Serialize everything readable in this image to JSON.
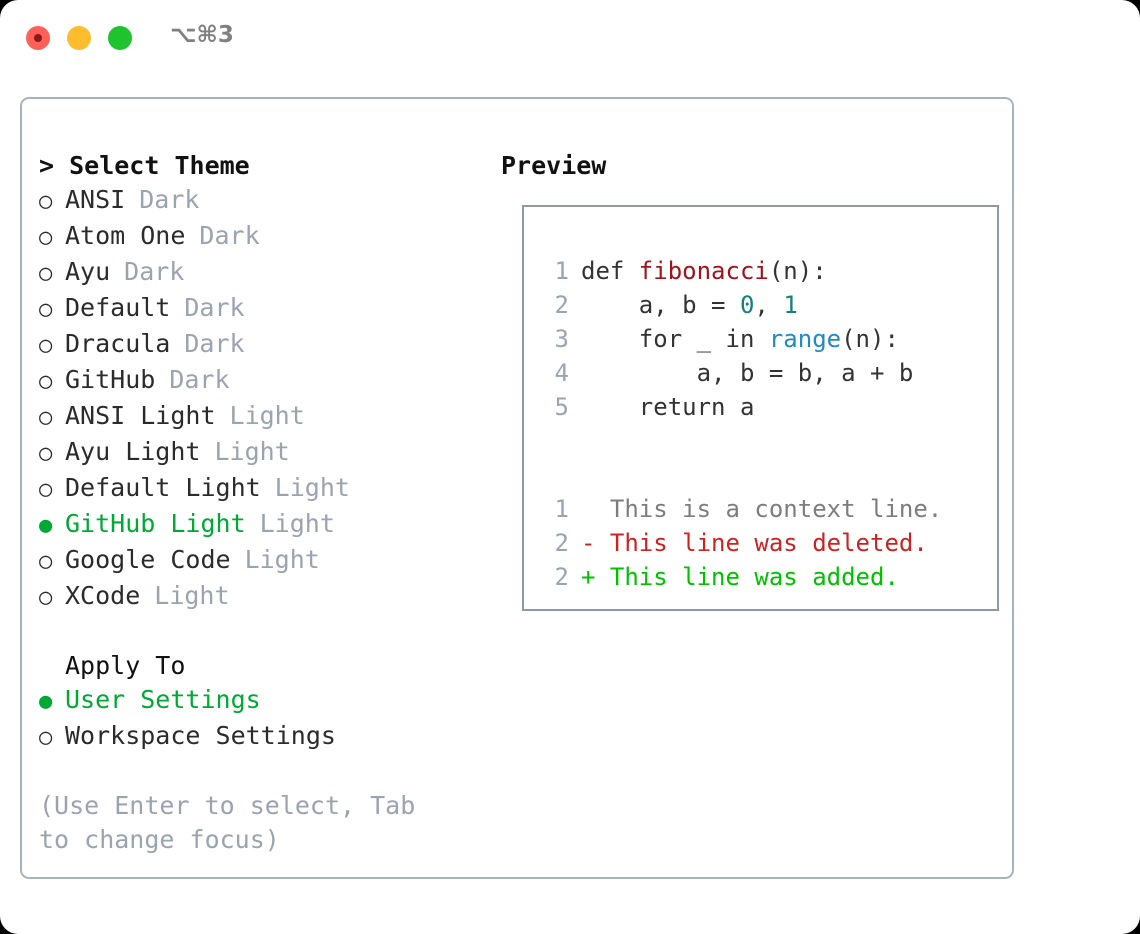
{
  "window": {
    "traffic_lights": [
      "close",
      "minimize",
      "maximize"
    ],
    "shortcut_label": "⌥⌘3",
    "colors": {
      "close": "#ff6059",
      "minimize": "#ffbd2e",
      "maximize": "#1ec32e",
      "accent_green": "#00a835",
      "muted": "#9aa3b0",
      "border": "#a9b2bf"
    }
  },
  "theme_panel": {
    "title": "> Select Theme",
    "items": [
      {
        "bullet": "○",
        "name": "ANSI",
        "variant": "Dark",
        "selected": false
      },
      {
        "bullet": "○",
        "name": "Atom One",
        "variant": "Dark",
        "selected": false
      },
      {
        "bullet": "○",
        "name": "Ayu",
        "variant": "Dark",
        "selected": false
      },
      {
        "bullet": "○",
        "name": "Default",
        "variant": "Dark",
        "selected": false
      },
      {
        "bullet": "○",
        "name": "Dracula",
        "variant": "Dark",
        "selected": false
      },
      {
        "bullet": "○",
        "name": "GitHub",
        "variant": "Dark",
        "selected": false
      },
      {
        "bullet": "○",
        "name": "ANSI Light",
        "variant": "Light",
        "selected": false
      },
      {
        "bullet": "○",
        "name": "Ayu Light",
        "variant": "Light",
        "selected": false
      },
      {
        "bullet": "○",
        "name": "Default Light",
        "variant": "Light",
        "selected": false
      },
      {
        "bullet": "●",
        "name": "GitHub Light",
        "variant": "Light",
        "selected": true
      },
      {
        "bullet": "○",
        "name": "Google Code",
        "variant": "Light",
        "selected": false
      },
      {
        "bullet": "○",
        "name": "XCode",
        "variant": "Light",
        "selected": false
      }
    ]
  },
  "apply_to": {
    "title": "Apply To",
    "options": [
      {
        "bullet": "●",
        "label": "User Settings",
        "selected": true
      },
      {
        "bullet": "○",
        "label": "Workspace Settings",
        "selected": false
      }
    ]
  },
  "hint": "(Use Enter to select, Tab to change focus)",
  "preview": {
    "title": "Preview",
    "code_lines": [
      {
        "number": "1",
        "spans": [
          {
            "text": "def ",
            "token": "plain"
          },
          {
            "text": "fibonacci",
            "token": "fn"
          },
          {
            "text": "(n):",
            "token": "plain"
          }
        ]
      },
      {
        "number": "2",
        "spans": [
          {
            "text": "    a, b = ",
            "token": "plain"
          },
          {
            "text": "0",
            "token": "num"
          },
          {
            "text": ", ",
            "token": "plain"
          },
          {
            "text": "1",
            "token": "num"
          }
        ]
      },
      {
        "number": "3",
        "spans": [
          {
            "text": "    for _ in ",
            "token": "plain"
          },
          {
            "text": "range",
            "token": "call"
          },
          {
            "text": "(n):",
            "token": "plain"
          }
        ]
      },
      {
        "number": "4",
        "spans": [
          {
            "text": "        a, b = b, a + b",
            "token": "plain"
          }
        ]
      },
      {
        "number": "5",
        "spans": [
          {
            "text": "    return a",
            "token": "plain"
          }
        ]
      }
    ],
    "diff_lines": [
      {
        "number": "1",
        "marker": "  ",
        "text": "This is a context line.",
        "kind": "ctx"
      },
      {
        "number": "2",
        "marker": "- ",
        "text": "This line was deleted.",
        "kind": "del"
      },
      {
        "number": "2",
        "marker": "+ ",
        "text": "This line was added.",
        "kind": "add"
      }
    ]
  }
}
